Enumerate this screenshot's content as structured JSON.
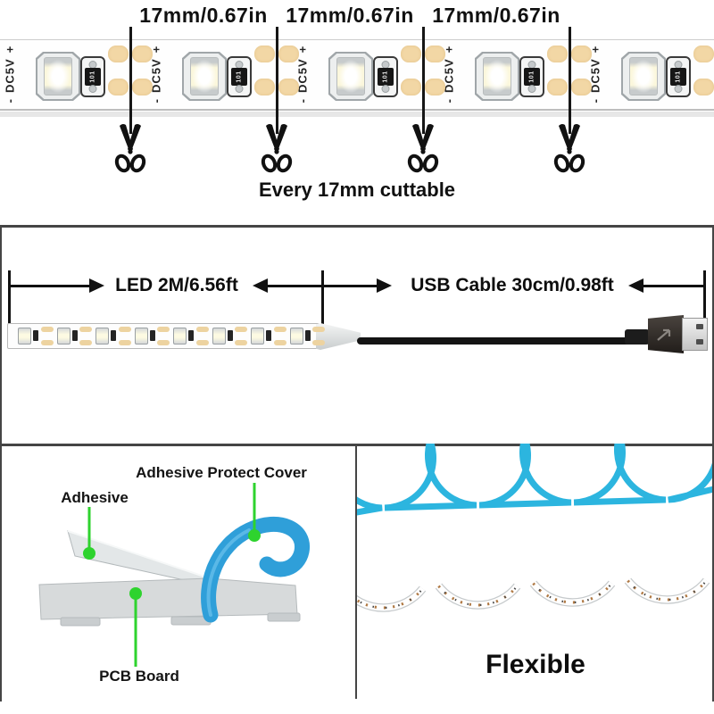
{
  "colors": {
    "accent_green": "#2ed32e",
    "pad_tan": "#f2d7a5",
    "cover_blue": "#2f9fd9",
    "coil_blue": "#2cb5df",
    "usb_body_gray": "#332e2a",
    "metal_silver": "#d9d9d9"
  },
  "top_section": {
    "cut_labels": [
      "17mm/0.67in",
      "17mm/0.67in",
      "17mm/0.67in"
    ],
    "caption": "Every 17mm cuttable",
    "strip": {
      "plus": "+",
      "marking": "DC5V",
      "minus": "-",
      "resistor_code": "101"
    }
  },
  "middle_section": {
    "led_label": "LED 2M/6.56ft",
    "usb_label": "USB Cable 30cm/0.98ft"
  },
  "bottom_left": {
    "cover_label": "Adhesive Protect Cover",
    "adhesive_label": "Adhesive",
    "pcb_label": "PCB Board"
  },
  "bottom_right": {
    "caption": "Flexible"
  }
}
